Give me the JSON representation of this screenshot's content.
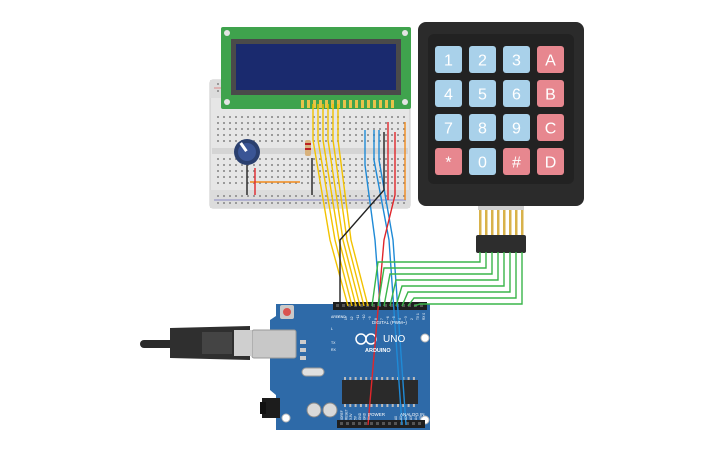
{
  "canvas": {
    "background": "#ffffff"
  },
  "colors": {
    "lcd_board": "#3fa34d",
    "lcd_screen": "#1a2a6e",
    "breadboard": "#e8e8e8",
    "keypad_body": "#2b2b2b",
    "key_blue": "#a9d1ea",
    "key_red": "#e7878f",
    "arduino_board": "#2e6aa8",
    "wire_yellow": "#f2c200",
    "wire_blue": "#1f8ad6",
    "wire_green": "#3ab54a",
    "wire_red": "#e0262b",
    "wire_black": "#222222",
    "wire_orange": "#f08a1c"
  },
  "keypad": {
    "keys": [
      {
        "label": "1",
        "color": "blue"
      },
      {
        "label": "2",
        "color": "blue"
      },
      {
        "label": "3",
        "color": "blue"
      },
      {
        "label": "A",
        "color": "red"
      },
      {
        "label": "4",
        "color": "blue"
      },
      {
        "label": "5",
        "color": "blue"
      },
      {
        "label": "6",
        "color": "blue"
      },
      {
        "label": "B",
        "color": "red"
      },
      {
        "label": "7",
        "color": "blue"
      },
      {
        "label": "8",
        "color": "blue"
      },
      {
        "label": "9",
        "color": "blue"
      },
      {
        "label": "C",
        "color": "red"
      },
      {
        "label": "*",
        "color": "red"
      },
      {
        "label": "0",
        "color": "blue"
      },
      {
        "label": "#",
        "color": "red"
      },
      {
        "label": "D",
        "color": "red"
      }
    ]
  },
  "arduino": {
    "brand": "ARDUINO",
    "model": "UNO",
    "digital_label": "DIGITAL (PWM~)",
    "power_label": "POWER",
    "analog_label": "ANALOG IN",
    "led_tx": "TX",
    "led_rx": "RX",
    "led_l": "L",
    "pin_aref": "AREF",
    "pin_gnd": "GND",
    "digital_pins": [
      "13",
      "12",
      "~11",
      "~10",
      "~9",
      "8",
      "7",
      "~6",
      "~5",
      "4",
      "~3",
      "2",
      "TX 1",
      "RX 0"
    ],
    "power_pins": [
      "IOREF",
      "RESET",
      "3.3V",
      "5V",
      "GND",
      "GND",
      "Vin"
    ],
    "analog_pins": [
      "A0",
      "A1",
      "A2",
      "A3",
      "A4",
      "A5"
    ]
  }
}
